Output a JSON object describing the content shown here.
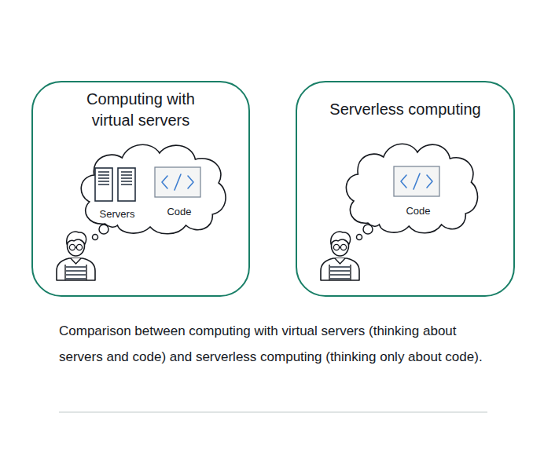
{
  "diagram": {
    "caption": "Comparison between computing with virtual servers (thinking about servers and code) and serverless computing (thinking only about code).",
    "nodes": [
      {
        "text": [
          "Computing with virtual servers"
        ]
      },
      {
        "text": [
          "Servers",
          "Code"
        ],
        "in": 0
      },
      {
        "text": [
          "Serverless computing"
        ]
      },
      {
        "text": [
          "Code"
        ],
        "in": 2
      }
    ]
  }
}
